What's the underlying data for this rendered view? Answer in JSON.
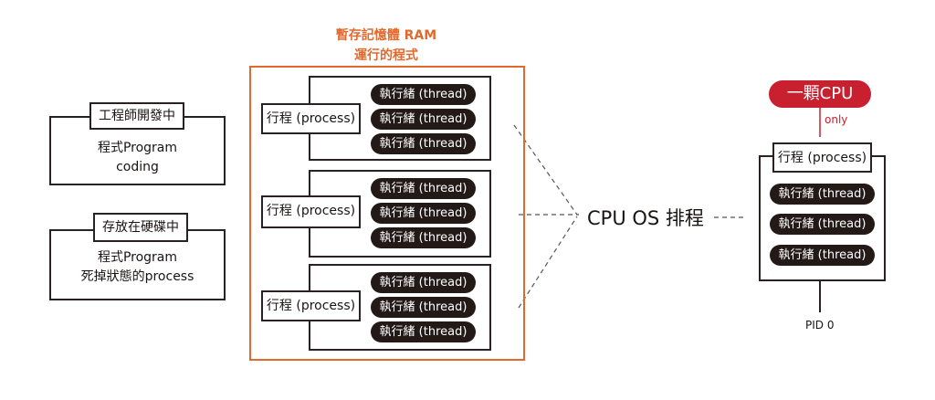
{
  "left_boxes": [
    {
      "title": "工程師開發中",
      "lines": [
        "程式Program",
        "coding"
      ]
    },
    {
      "title": "存放在硬碟中",
      "lines": [
        "程式Program",
        "死掉狀態的process"
      ]
    }
  ],
  "ram": {
    "title_line1": "暫存記憶體 RAM",
    "title_line2": "運行的程式",
    "processes": [
      {
        "label": "行程 (process)",
        "threads": [
          "執行緒 (thread)",
          "執行緒 (thread)",
          "執行緒 (thread)"
        ]
      },
      {
        "label": "行程 (process)",
        "threads": [
          "執行緒 (thread)",
          "執行緒 (thread)",
          "執行緒 (thread)"
        ]
      },
      {
        "label": "行程 (process)",
        "threads": [
          "執行緒 (thread)",
          "執行緒 (thread)",
          "執行緒 (thread)"
        ]
      }
    ]
  },
  "scheduler": {
    "label": "CPU OS 排程"
  },
  "cpu": {
    "label": "一顆CPU",
    "connector_label": "only",
    "process": {
      "label": "行程 (process)",
      "threads": [
        "執行緒 (thread)",
        "執行緒 (thread)",
        "執行緒 (thread)"
      ]
    },
    "pid_label": "PID 0"
  },
  "colors": {
    "ram_accent": "#e2692e",
    "cpu_accent": "#c8202e",
    "thread_fill": "#231a18",
    "line": "#2a2222"
  }
}
